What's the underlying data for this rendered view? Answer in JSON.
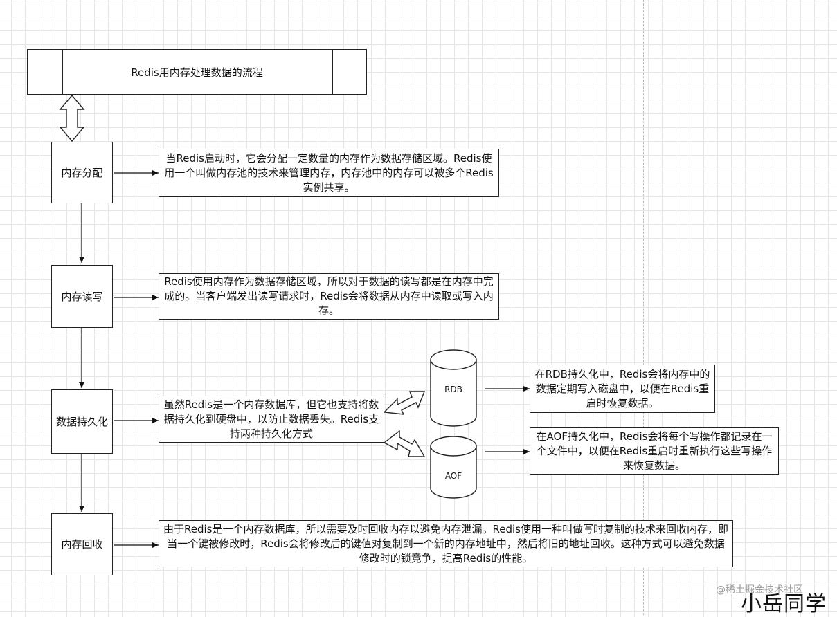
{
  "title": "Redis用内存处理数据的流程",
  "steps": {
    "alloc": "内存分配",
    "rw": "内存读写",
    "persist": "数据持久化",
    "reclaim": "内存回收"
  },
  "descriptions": {
    "alloc": "当Redis启动时，它会分配一定数量的内存作为数据存储区域。Redis使用一个叫做内存池的技术来管理内存，内存池中的内存可以被多个Redis实例共享。",
    "rw": "Redis使用内存作为数据存储区域，所以对于数据的读写都是在内存中完成的。当客户端发出读写请求时，Redis会将数据从内存中读取或写入内存。",
    "persist": "虽然Redis是一个内存数据库，但它也支持将数据持久化到硬盘中，以防止数据丢失。Redis支持两种持久化方式",
    "reclaim": "由于Redis是一个内存数据库，所以需要及时回收内存以避免内存泄漏。Redis使用一种叫做写时复制的技术来回收内存，即当一个键被修改时，Redis会将修改后的键值对复制到一个新的内存地址中，然后将旧的地址回收。这种方式可以避免数据修改时的锁竞争，提高Redis的性能。"
  },
  "storage": {
    "rdb": {
      "label": "RDB",
      "desc": "在RDB持久化中，Redis会将内存中的数据定期写入磁盘中，以便在Redis重启时恢复数据。"
    },
    "aof": {
      "label": "AOF",
      "desc": "在AOF持久化中，Redis会将每个写操作都记录在一个文件中，以便在Redis重启时重新执行这些写操作来恢复数据。"
    }
  },
  "watermark": {
    "site": "@稀土掘金技术社区",
    "author": "小岳同学"
  }
}
